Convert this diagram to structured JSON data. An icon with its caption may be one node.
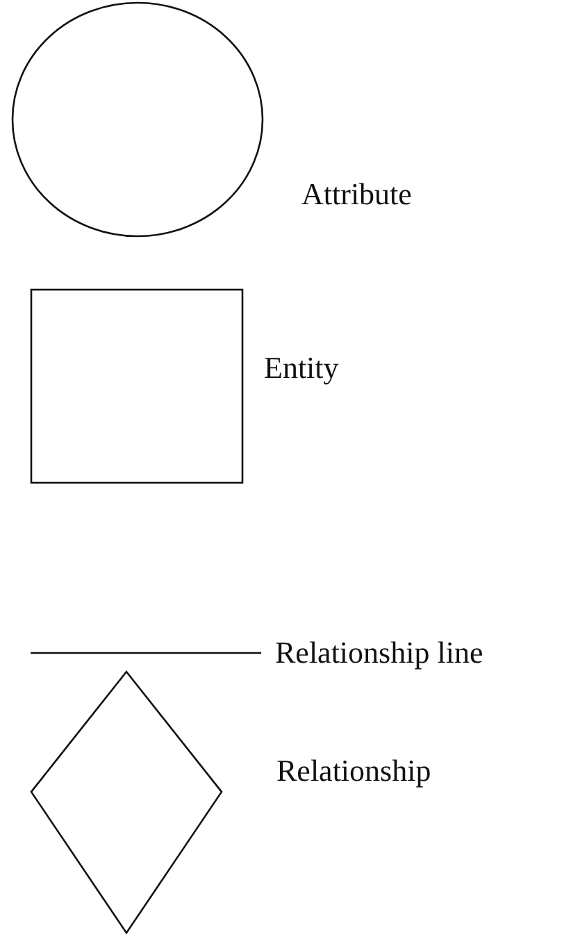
{
  "diagram": {
    "legend": [
      {
        "text": "Attribute"
      },
      {
        "text": "Entity"
      },
      {
        "text": "Relationship line"
      },
      {
        "text": "Relationship"
      }
    ]
  }
}
